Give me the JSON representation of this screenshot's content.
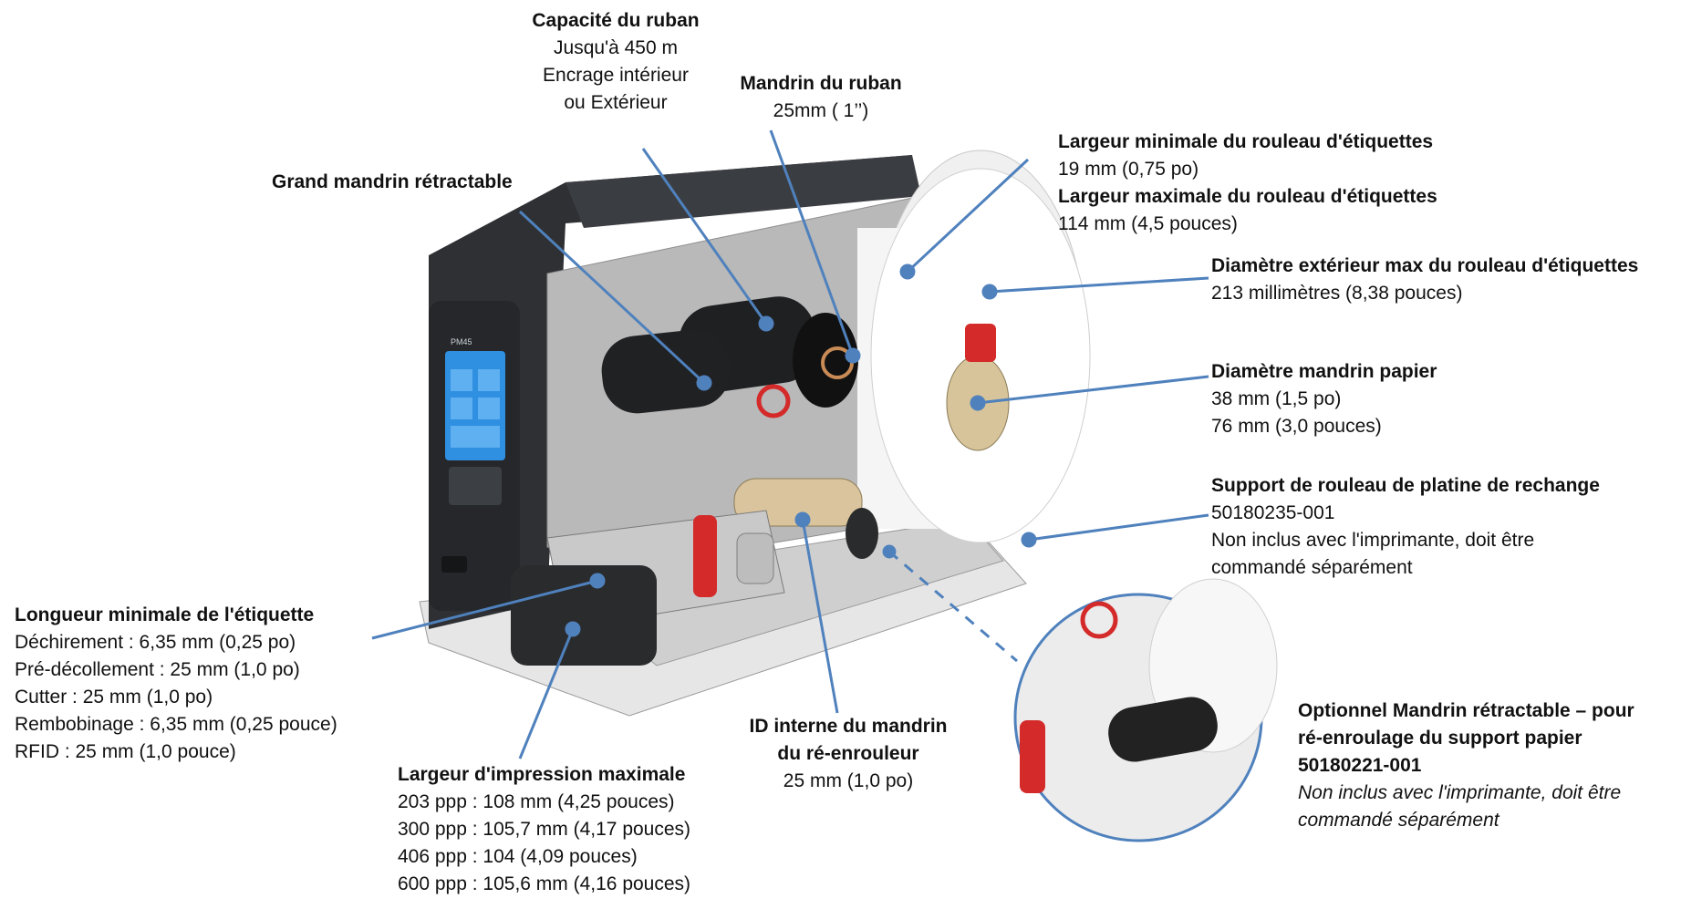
{
  "labels": {
    "ribbon_capacity": {
      "title": "Capacité du ruban",
      "lines": [
        "Jusqu'à 450 m",
        "Encrage intérieur",
        "ou Extérieur"
      ]
    },
    "ribbon_core": {
      "title": "Mandrin du ruban",
      "lines": [
        "25mm ( 1’’)"
      ]
    },
    "large_core": {
      "title": "Grand mandrin rétractable"
    },
    "label_roll_width": {
      "title_min": "Largeur minimale du rouleau d'étiquettes",
      "value_min": "19 mm (0,75 po)",
      "title_max": "Largeur maximale du rouleau d'étiquettes",
      "value_max": "114 mm (4,5 pouces)"
    },
    "roll_outer_diameter": {
      "title": "Diamètre extérieur max du rouleau d'étiquettes",
      "lines": [
        "213 millimètres (8,38 pouces)"
      ]
    },
    "paper_core_diameter": {
      "title": "Diamètre mandrin papier",
      "lines": [
        "38 mm (1,5 po)",
        "76 mm (3,0 pouces)"
      ]
    },
    "liner_support": {
      "title": "Support de rouleau de platine de rechange",
      "lines": [
        "50180235-001",
        "Non inclus avec l'imprimante, doit être",
        "commandé séparément"
      ]
    },
    "min_label_length": {
      "title": "Longueur minimale de l'étiquette",
      "lines": [
        "Déchirement : 6,35 mm (0,25 po)",
        "Pré-décollement : 25 mm (1,0 po)",
        "Cutter : 25 mm (1,0 po)",
        "Rembobinage : 6,35 mm (0,25 pouce)",
        "RFID : 25 mm (1,0 pouce)"
      ]
    },
    "max_print_width": {
      "title": "Largeur d'impression maximale",
      "lines": [
        "203 ppp : 108 mm (4,25 pouces)",
        "300 ppp : 105,7 mm (4,17 pouces)",
        "406 ppp : 104 (4,09 pouces)",
        "600 ppp : 105,6 mm (4,16 pouces)"
      ]
    },
    "rewinder_core_id": {
      "title_lines": [
        "ID interne du mandrin",
        "du ré-enrouleur"
      ],
      "lines": [
        "25 mm (1,0 po)"
      ]
    },
    "optional_core": {
      "title_lines": [
        "Optionnel Mandrin rétractable – pour",
        "ré-enroulage du support papier",
        "50180221-001"
      ],
      "italic_lines": [
        "Non inclus avec l'imprimante, doit être",
        "commandé séparément"
      ]
    }
  },
  "printer": {
    "screen_brand": "PM45",
    "colors": {
      "callout": "#4f81bd",
      "body_dark": "#2e3033",
      "lever_red": "#d42a2a",
      "screen_blue": "#2f8fe0"
    }
  }
}
